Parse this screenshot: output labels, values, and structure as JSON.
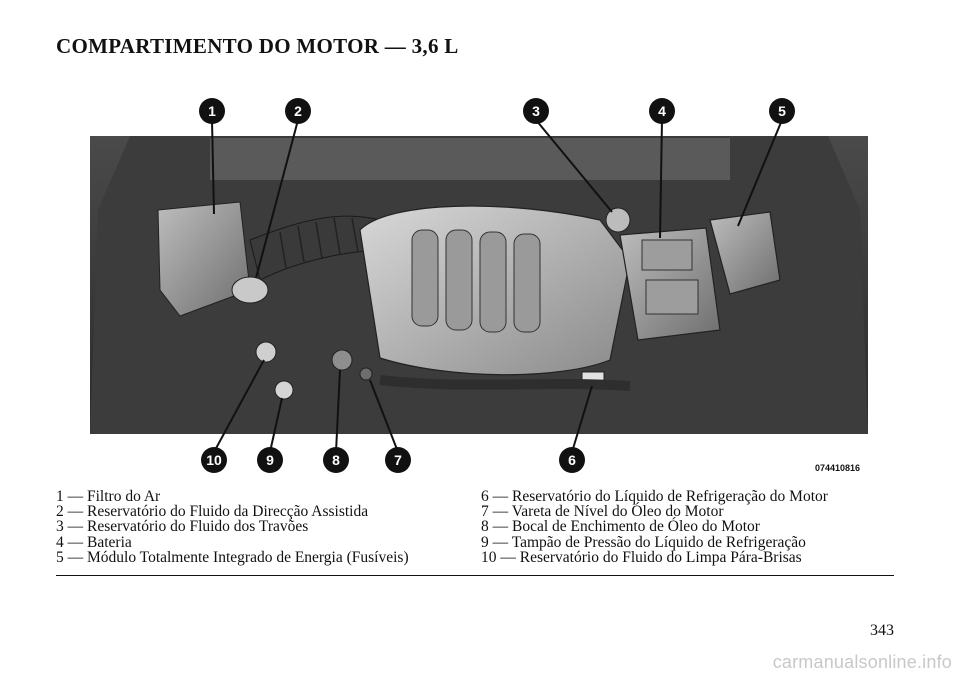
{
  "page": {
    "title": "COMPARTIMENTO DO MOTOR — 3,6 L",
    "page_number": "343",
    "watermark": "carmanualsonline.info"
  },
  "figure": {
    "code": "074410816",
    "callouts": [
      "1",
      "2",
      "3",
      "4",
      "5",
      "6",
      "7",
      "8",
      "9",
      "10"
    ]
  },
  "legend": {
    "left": [
      "1 — Filtro do Ar",
      "2 — Reservatório do Fluido da Direcção Assistida",
      "3 — Reservatório do Fluido dos Travões",
      "4 — Bateria",
      "5 — Módulo Totalmente Integrado de Energia (Fusíveis)"
    ],
    "right": [
      "6 — Reservatório do Líquido de Refrigeração do Motor",
      "7 — Vareta de Nível do Óleo do Motor",
      "8 — Bocal de Enchimento de Óleo do Motor",
      "9 — Tampão de Pressão do Líquido de Refrigeração",
      "10 — Reservatório do Fluido do Limpa Pára-Brisas"
    ]
  }
}
